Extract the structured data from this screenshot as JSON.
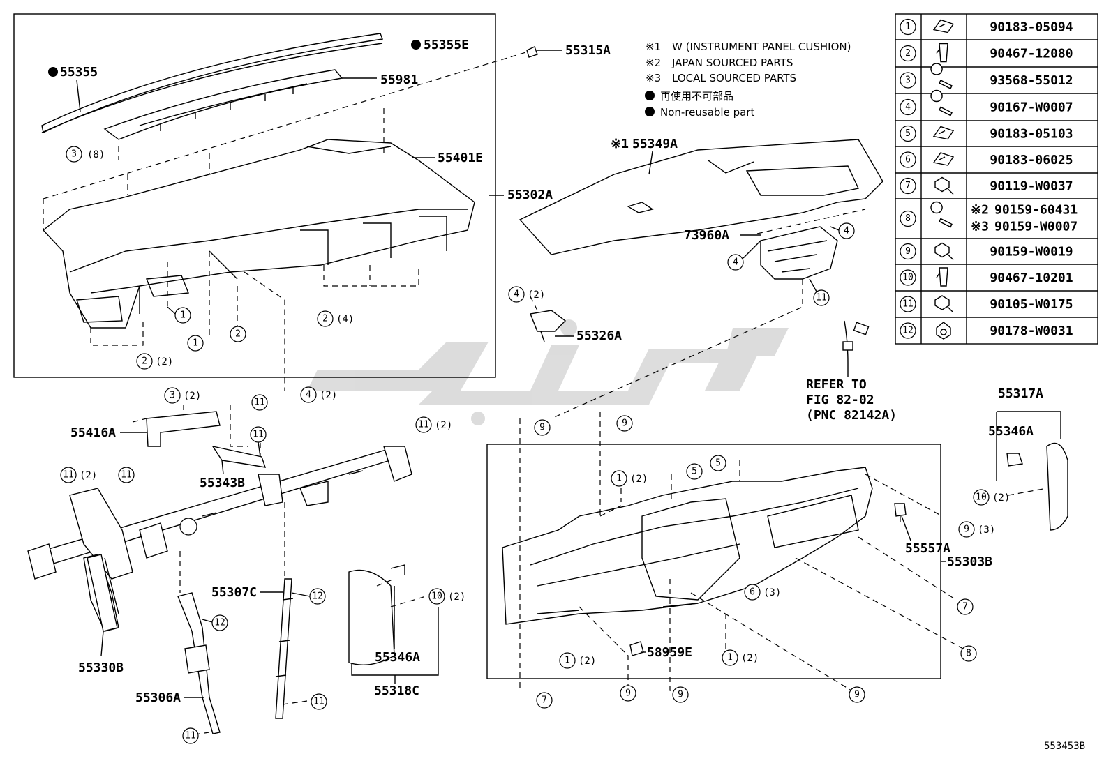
{
  "notes": {
    "n1_mark": "※1",
    "n1": "W (INSTRUMENT PANEL CUSHION)",
    "n2_mark": "※2",
    "n2": "JAPAN SOURCED PARTS",
    "n3_mark": "※3",
    "n3": "LOCAL SOURCED PARTS",
    "n4": "再使用不可部品",
    "n5": "Non-reusable part"
  },
  "legend": [
    {
      "no": "1",
      "icon": "clip-nut-icon",
      "part": "90183-05094"
    },
    {
      "no": "2",
      "icon": "clip-icon",
      "part": "90467-12080"
    },
    {
      "no": "3",
      "icon": "screw-icon",
      "part": "93568-55012"
    },
    {
      "no": "4",
      "icon": "screw-icon",
      "part": "90167-W0007"
    },
    {
      "no": "5",
      "icon": "clip-nut-icon",
      "part": "90183-05103"
    },
    {
      "no": "6",
      "icon": "clip-nut-icon",
      "part": "90183-06025"
    },
    {
      "no": "7",
      "icon": "bolt-icon",
      "part": "90119-W0037"
    },
    {
      "no": "8",
      "icon": "screw-icon",
      "part_a_mark": "※2",
      "part_a": "90159-60431",
      "part_b_mark": "※3",
      "part_b": "90159-W0007"
    },
    {
      "no": "9",
      "icon": "bolt-icon",
      "part": "90159-W0019"
    },
    {
      "no": "10",
      "icon": "clip-icon",
      "part": "90467-10201"
    },
    {
      "no": "11",
      "icon": "bolt-icon",
      "part": "90105-W0175"
    },
    {
      "no": "12",
      "icon": "nut-icon",
      "part": "90178-W0031"
    }
  ],
  "labels": {
    "p55355E": "55355E",
    "p55355": "55355",
    "p55981": "55981",
    "p55315A": "55315A",
    "p55401E": "55401E",
    "p55302A": "55302A",
    "p55349A_mark": "※1",
    "p55349A": "55349A",
    "p73960A": "73960A",
    "p55326A": "55326A",
    "p55416A": "55416A",
    "p55343B": "55343B",
    "p55307C": "55307C",
    "p55330B": "55330B",
    "p55306A": "55306A",
    "p55346A_center": "55346A",
    "p55318C": "55318C",
    "p55317A": "55317A",
    "p55346A_right": "55346A",
    "p55557A": "55557A",
    "p55303B": "55303B",
    "p58959E": "58959E",
    "refer1": "REFER TO",
    "refer2": "FIG 82-02",
    "refer3": "(PNC 82142A)",
    "figure_code": "553453B"
  },
  "callouts": {
    "c3_8": {
      "n": "3",
      "q": "(8)"
    },
    "c2_4": {
      "n": "2",
      "q": "(4)"
    },
    "c2_2": {
      "n": "2",
      "q": "(2)"
    },
    "c4_2a": {
      "n": "4",
      "q": "(2)"
    },
    "c4_2b": {
      "n": "4",
      "q": "(2)"
    },
    "c3_2": {
      "n": "3",
      "q": "(2)"
    },
    "c11_2a": {
      "n": "11",
      "q": "(2)"
    },
    "c11_2b": {
      "n": "11",
      "q": "(2)"
    },
    "c1_2a": {
      "n": "1",
      "q": "(2)"
    },
    "c1_2b": {
      "n": "1",
      "q": "(2)"
    },
    "c1_2c": {
      "n": "1",
      "q": "(2)"
    },
    "c10_2a": {
      "n": "10",
      "q": "(2)"
    },
    "c10_2b": {
      "n": "10",
      "q": "(2)"
    },
    "c9_3": {
      "n": "9",
      "q": "(3)"
    },
    "c6_3": {
      "n": "6",
      "q": "(3)"
    }
  },
  "singles": {
    "s1a": "1",
    "s1b": "1",
    "s2": "2",
    "s4a": "4",
    "s4b": "4",
    "s11a": "11",
    "s11b": "11",
    "s11c": "11",
    "s11d": "11",
    "s11e": "11",
    "s11f": "11",
    "s12a": "12",
    "s12b": "12",
    "s9a": "9",
    "s9b": "9",
    "s9c": "9",
    "s9d": "9",
    "s9e": "9",
    "s5a": "5",
    "s5b": "5",
    "s7a": "7",
    "s7b": "7",
    "s8": "8"
  }
}
